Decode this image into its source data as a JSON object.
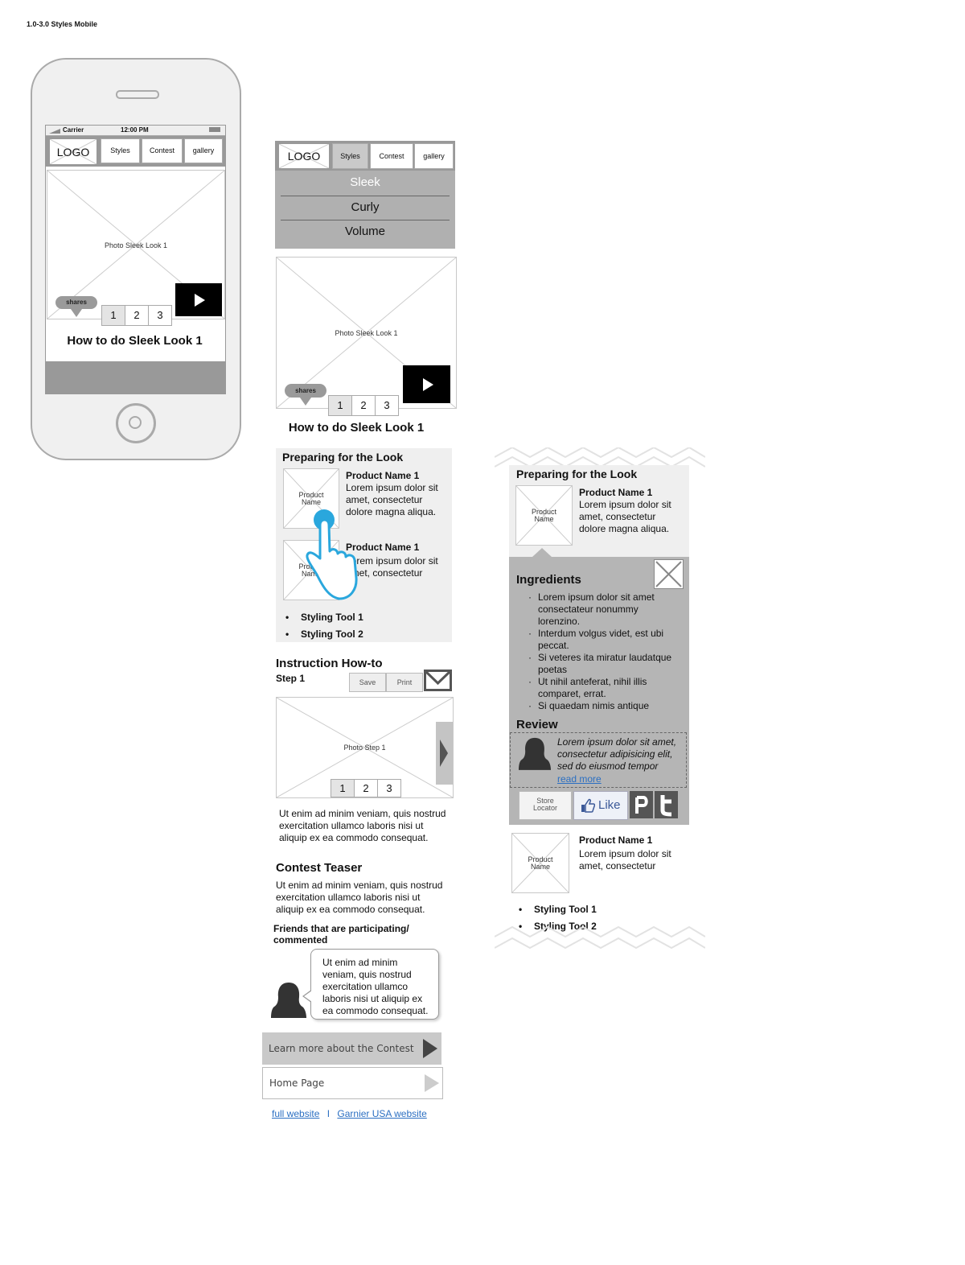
{
  "page_title": "1.0-3.0 Styles Mobile",
  "phone": {
    "status": {
      "carrier": "Carrier",
      "time": "12:00 PM"
    },
    "logo": "LOGO",
    "nav": [
      "Styles",
      "Contest",
      "gallery"
    ],
    "photo_label": "Photo Sleek Look 1",
    "shares": "shares",
    "pager": [
      "1",
      "2",
      "3"
    ],
    "look_title": "How to do Sleek Look 1"
  },
  "column2": {
    "logo": "LOGO",
    "nav": [
      "Styles",
      "Contest",
      "gallery"
    ],
    "menu": [
      "Sleek",
      "Curly",
      "Volume"
    ],
    "photo_label": "Photo Sleek Look 1",
    "shares": "shares",
    "pager": [
      "1",
      "2",
      "3"
    ],
    "look_title": "How to do Sleek Look 1",
    "preparing": {
      "heading": "Preparing for the Look",
      "products": [
        {
          "image_label": "Product Name",
          "name": "Product Name 1",
          "desc": "Lorem ipsum dolor sit amet, consectetur dolore magna aliqua."
        },
        {
          "image_label": "Product Name",
          "name": "Product Name 1",
          "desc": "Lorem ipsum dolor sit amet, consectetur"
        }
      ],
      "tools": [
        "Styling Tool 1",
        "Styling Tool 2"
      ]
    },
    "instruction": {
      "heading": "Instruction How-to",
      "step": "Step 1",
      "save": "Save",
      "print": "Print",
      "photo_label": "Photo Step 1",
      "pager": [
        "1",
        "2",
        "3"
      ],
      "text": "Ut enim ad minim veniam, quis nostrud exercitation ullamco laboris nisi ut aliquip ex ea commodo consequat."
    },
    "contest": {
      "heading": "Contest Teaser",
      "text": "Ut enim ad minim veniam, quis nostrud exercitation ullamco laboris nisi ut aliquip ex ea commodo consequat.",
      "friends_heading": "Friends that are participating/ commented",
      "comment": "Ut enim ad minim veniam, quis nostrud exercitation ullamco laboris nisi ut aliquip ex ea commodo consequat."
    },
    "learn_more": "Learn more about the Contest",
    "home_page": "Home Page",
    "footer_links": [
      "full website",
      "Garnier USA website"
    ],
    "footer_sep": "I"
  },
  "column3": {
    "preparing_heading": "Preparing for the Look",
    "product1": {
      "image_label": "Product Name",
      "name": "Product Name 1",
      "desc": "Lorem ipsum dolor sit amet, consectetur dolore magna aliqua."
    },
    "ingredients": {
      "heading": "Ingredients",
      "items": [
        "Lorem ipsum dolor sit amet consectateur nonummy lorenzino.",
        "Interdum volgus videt, est ubi peccat.",
        "Si veteres ita miratur laudatque poetas",
        "Ut nihil anteferat, nihil illis comparet, errat.",
        "Si quaedam nimis antique"
      ]
    },
    "review": {
      "heading": "Review",
      "text": "Lorem ipsum dolor sit amet, consectetur adipisicing elit, sed do eiusmod tempor",
      "read_more": "read more"
    },
    "store_locator": "Store Locator",
    "like": "Like",
    "product2": {
      "image_label": "Product Name",
      "name": "Product Name 1",
      "desc": "Lorem ipsum dolor sit amet, consectetur"
    },
    "tools": [
      "Styling Tool 1",
      "Styling Tool 2"
    ]
  }
}
